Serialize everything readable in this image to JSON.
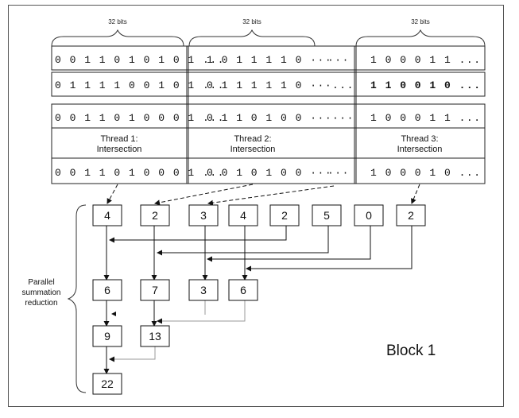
{
  "bits_labels": [
    "32 bits",
    "32 bits",
    "32 bits"
  ],
  "rows": [
    {
      "t1": "0 0 1 1 0 1 0 1 0 1 ...",
      "t2": "1 0 1 1 1 1 0 ···",
      "gap": "···",
      "t3": "1 0 0 0 1 1 ..."
    },
    {
      "t1": "0 1 1 1 1 0 0 1 0 1 ...",
      "t2": "0 1 1 1 1 1 0 ···",
      "gap": "...",
      "t3": "1 1 0 0 1 0 ..."
    },
    {
      "t1": "0 0 1 1 0 1 0 0 0 1 ...",
      "t2": "0 1 1 0 1 0 0 ···",
      "gap": "···",
      "t3": "1 0 0 0 1 1 ..."
    }
  ],
  "threads": [
    {
      "line1": "Thread 1:",
      "line2": "Intersection"
    },
    {
      "line1": "Thread 2:",
      "line2": "Intersection"
    },
    {
      "line1": "Thread 3:",
      "line2": "Intersection"
    }
  ],
  "result_row": {
    "t1": "0 0 1 1 0 1 0 0 0 1 ...",
    "t2": "0 0 1 0 1 0 0 ···",
    "gap": "···",
    "t3": "1 0 0 0 1 0 ..."
  },
  "level0": [
    "4",
    "2",
    "3",
    "4",
    "2",
    "5",
    "0",
    "2"
  ],
  "level1": [
    "6",
    "7",
    "3",
    "6"
  ],
  "level2": [
    "9",
    "13"
  ],
  "level3": [
    "22"
  ],
  "side_label": [
    "Parallel",
    "summation",
    "reduction"
  ],
  "block_label": "Block 1"
}
